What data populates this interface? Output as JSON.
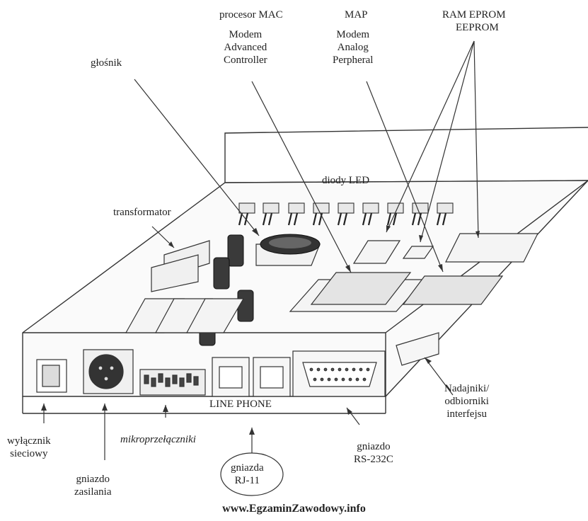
{
  "labels": {
    "procesor_mac": "procesor MAC",
    "map": "MAP",
    "ram_eprom": "RAM EPROM",
    "eeprom": "EEPROM",
    "modem_controller": [
      "Modem",
      "Advanced",
      "Controller"
    ],
    "modem_peripheral": [
      "Modem",
      "Analog",
      "Perpheral"
    ],
    "glosnik": "głośnik",
    "diody_led": "diody LED",
    "transformator": "transformator",
    "line_phone": "LINE PHONE",
    "nadajniki": [
      "Nadajniki/",
      "odbiorniki",
      "interfejsu"
    ],
    "wylacznik": [
      "wyłącznik",
      "sieciowy"
    ],
    "gniazdo_zasilania": [
      "gniazdo",
      "zasilania"
    ],
    "mikroprzelaczniki": "mikroprzełączniki",
    "gniazdo_rs232": [
      "gniazdo",
      "RS-232C"
    ],
    "gniazda_rj11": [
      "gniazda",
      "RJ-11"
    ]
  },
  "footer": "www.EgzaminZawodowy.info"
}
